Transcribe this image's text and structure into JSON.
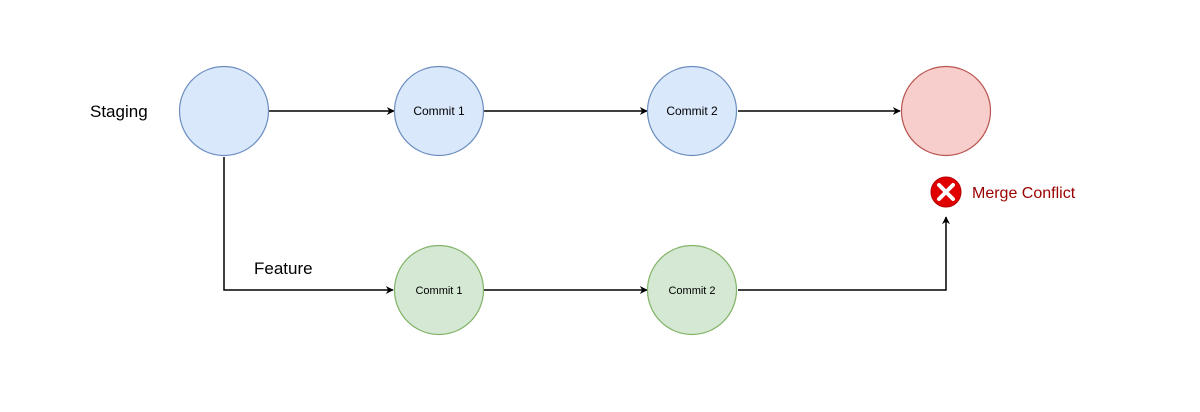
{
  "labels": {
    "staging": "Staging",
    "feature": "Feature",
    "conflict": "Merge Conflict"
  },
  "nodes": {
    "staging_root": "",
    "staging_commit_1": "Commit 1",
    "staging_commit_2": "Commit 2",
    "merge_target": "",
    "feature_commit_1": "Commit 1",
    "feature_commit_2": "Commit 2"
  },
  "colors": {
    "blue_fill": "#dae8fc",
    "blue_stroke": "#6c8ebf",
    "green_fill": "#d5e8d4",
    "green_stroke": "#82b366",
    "red_fill": "#f8cecc",
    "red_stroke": "#b85450",
    "conflict_text": "#990000",
    "conflict_icon": "#e00000",
    "edge": "#000000"
  },
  "icons": {
    "conflict": "error-x-icon"
  }
}
